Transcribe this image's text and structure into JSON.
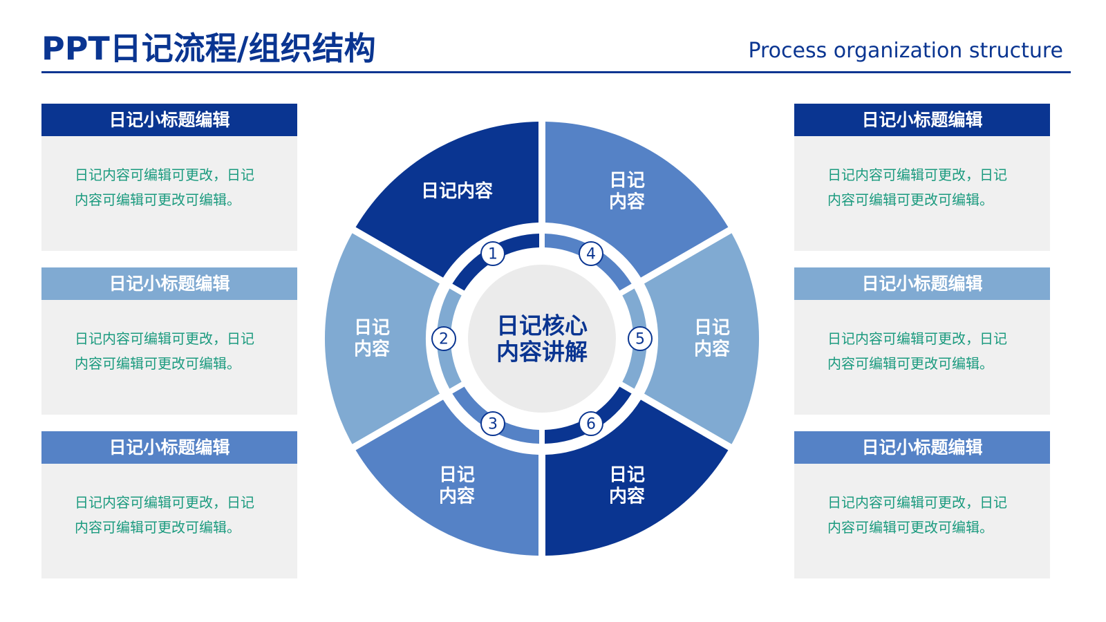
{
  "header": {
    "title": "PPT日记流程/组织结构",
    "subtitle": "Process organization structure"
  },
  "colors": {
    "dark": "#0a3591",
    "medium": "#5582c6",
    "light": "#80aad2",
    "card_bg": "#f0f0f0",
    "body_text": "#1a9a7e",
    "center_bg": "#ebebeb"
  },
  "cards": [
    {
      "title": "日记小标题编辑",
      "body": "日记内容可编辑可更改，日记内容可编辑可更改可编辑。",
      "color": "#0a3591"
    },
    {
      "title": "日记小标题编辑",
      "body": "日记内容可编辑可更改，日记内容可编辑可更改可编辑。",
      "color": "#80aad2"
    },
    {
      "title": "日记小标题编辑",
      "body": "日记内容可编辑可更改，日记内容可编辑可更改可编辑。",
      "color": "#5582c6"
    },
    {
      "title": "日记小标题编辑",
      "body": "日记内容可编辑可更改，日记内容可编辑可更改可编辑。",
      "color": "#0a3591"
    },
    {
      "title": "日记小标题编辑",
      "body": "日记内容可编辑可更改，日记内容可编辑可更改可编辑。",
      "color": "#80aad2"
    },
    {
      "title": "日记小标题编辑",
      "body": "日记内容可编辑可更改，日记内容可编辑可更改可编辑。",
      "color": "#5582c6"
    }
  ],
  "diagram": {
    "center_lines": [
      "日记核心",
      "内容讲解"
    ],
    "segments": [
      {
        "number": "1",
        "lines": [
          "日记内容"
        ],
        "color": "#0a3591"
      },
      {
        "number": "4",
        "lines": [
          "日记",
          "内容"
        ],
        "color": "#5582c6"
      },
      {
        "number": "5",
        "lines": [
          "日记",
          "内容"
        ],
        "color": "#80aad2"
      },
      {
        "number": "6",
        "lines": [
          "日记",
          "内容"
        ],
        "color": "#0a3591"
      },
      {
        "number": "3",
        "lines": [
          "日记",
          "内容"
        ],
        "color": "#5582c6"
      },
      {
        "number": "2",
        "lines": [
          "日记",
          "内容"
        ],
        "color": "#80aad2"
      }
    ]
  }
}
